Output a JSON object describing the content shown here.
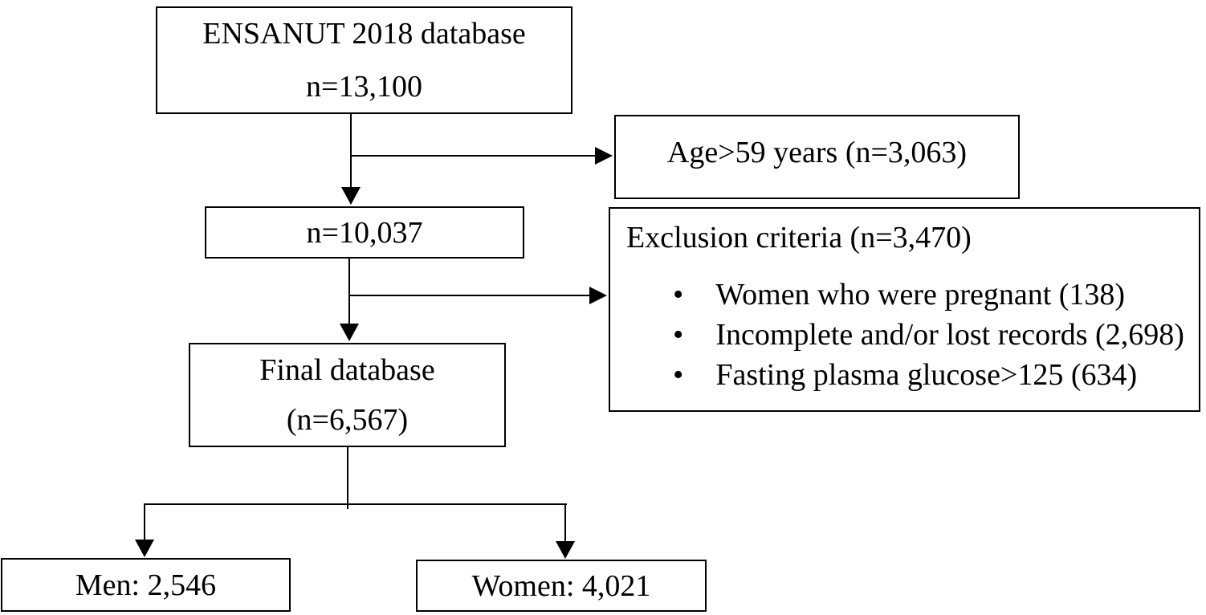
{
  "figure": {
    "type": "participant-flow-diagram",
    "colors": {
      "border": "#000000",
      "background": "#ffffff",
      "text": "#000000"
    },
    "source_box": {
      "line1": "ENSANUT 2018 database",
      "line2": "n=13,100"
    },
    "age_exclusion_box": {
      "label": "Age>59 years (n=3,063)"
    },
    "after_age_box": {
      "label": "n=10,037"
    },
    "exclusion_box": {
      "title": "Exclusion criteria (n=3,470)",
      "bullet_char": "•",
      "items": [
        "Women who were pregnant (138)",
        "Incomplete and/or lost records (2,698)",
        "Fasting plasma glucose>125 (634)"
      ]
    },
    "final_box": {
      "line1": "Final database",
      "line2": "(n=6,567)"
    },
    "men_box": {
      "label": "Men: 2,546"
    },
    "women_box": {
      "label": "Women: 4,021"
    }
  }
}
